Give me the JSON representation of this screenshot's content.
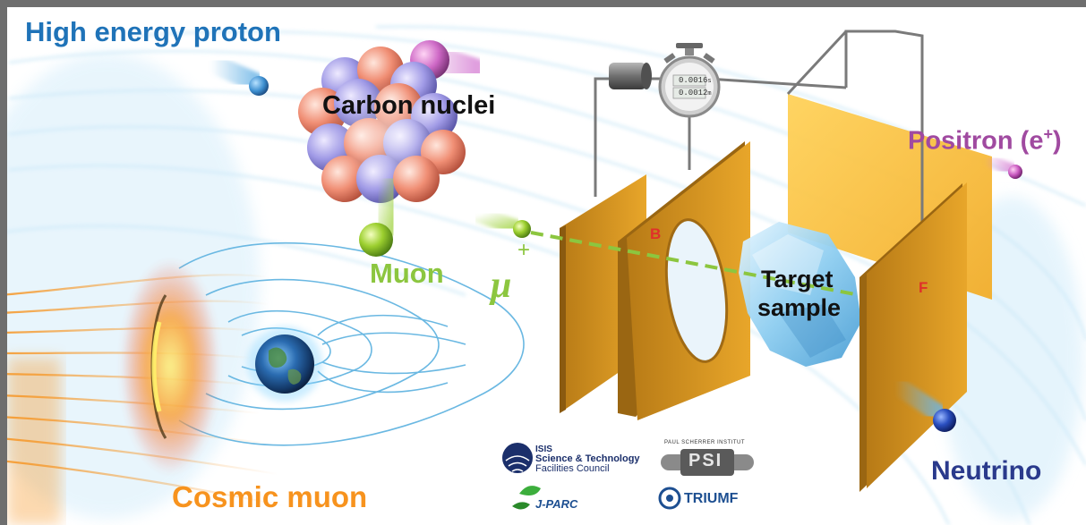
{
  "labels": {
    "high_energy_proton": "High energy proton",
    "carbon_nuclei": "Carbon nuclei",
    "muon": "Muon",
    "mu_symbol": "μ",
    "mu_charge": "+",
    "positron": "Positron (e",
    "positron_sup": "+",
    "positron_close": ")",
    "target_line1": "Target",
    "target_line2": "sample",
    "neutrino": "Neutrino",
    "cosmic_muon": "Cosmic muon",
    "plate_b": "B",
    "plate_f": "F"
  },
  "timer": {
    "reading1": "0.0016",
    "unit1": "s",
    "reading2": "0.0012",
    "unit2": "m"
  },
  "logos": {
    "isis_line1": "ISIS",
    "isis_line2": "Science & Technology",
    "isis_line3": "Facilities Council",
    "psi_caption": "PAUL SCHERRER INSTITUT",
    "psi": "PSI",
    "jparc": "J-PARC",
    "triumf": "TRIUMF"
  },
  "colors": {
    "proton_label": "#1f73b8",
    "muon_label": "#8cc63f",
    "positron_label": "#a04aa0",
    "neutrino_label": "#2a3a8c",
    "cosmic_label": "#f7941d",
    "plate_mark": "#e0302a",
    "plate": "#e7a321",
    "frame": "#6e6e6e"
  }
}
